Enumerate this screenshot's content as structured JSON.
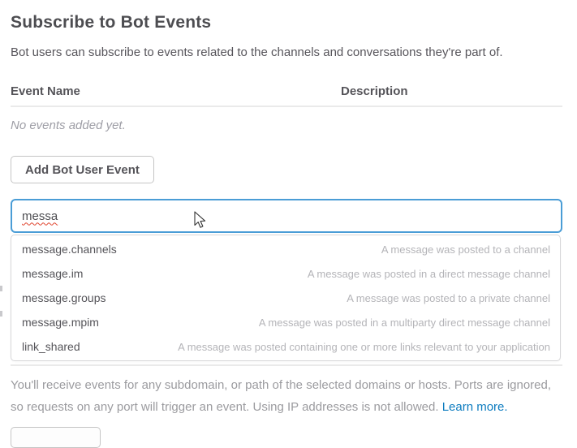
{
  "page": {
    "title": "Subscribe to Bot Events",
    "subtitle": "Bot users can subscribe to events related to the channels and conversations they're part of."
  },
  "events_table": {
    "columns": [
      "Event Name",
      "Description"
    ],
    "empty_text": "No events added yet.",
    "add_button_label": "Add Bot User Event"
  },
  "event_search": {
    "value": "messa",
    "suggestions": [
      {
        "name": "message.channels",
        "description": "A message was posted to a channel"
      },
      {
        "name": "message.im",
        "description": "A message was posted in a direct message channel"
      },
      {
        "name": "message.groups",
        "description": "A message was posted to a private channel"
      },
      {
        "name": "message.mpim",
        "description": "A message was posted in a multiparty direct message channel"
      },
      {
        "name": "link_shared",
        "description": "A message was posted containing one or more links relevant to your application"
      }
    ]
  },
  "unfurl_section": {
    "note": "You'll receive events for any subdomain, or path of the selected domains or hosts. Ports are ignored, so requests on any port will trigger an event. Using IP addresses is not allowed. ",
    "learn_more_label": "Learn more."
  },
  "colors": {
    "accent_focus_border": "#4a9dd6",
    "link": "#0b7bbf",
    "heading_text": "#4d4d51",
    "body_text": "#555459",
    "muted_text": "#9e9ea6",
    "suggestion_desc_text": "#b4b4b8",
    "divider": "#eaeaea",
    "spellcheck_underline": "#e0442e"
  }
}
